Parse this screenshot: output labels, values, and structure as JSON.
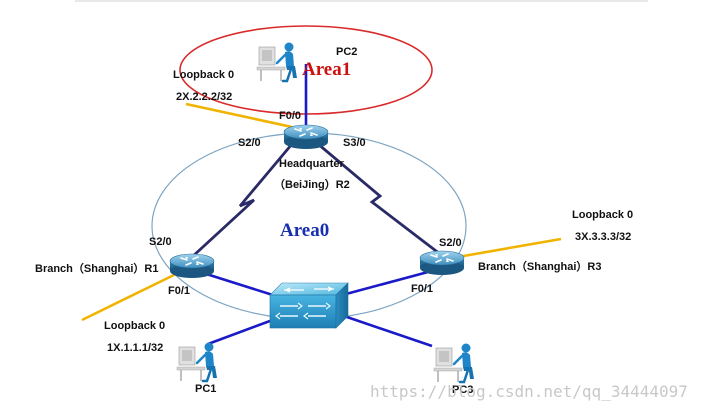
{
  "colors": {
    "area1_ring": "#d92b2b",
    "area0_ring": "#7ea6c4",
    "ethernet_link": "#1a1ac8",
    "serial_link": "#2a2a66",
    "loopback_link": "#f0b400",
    "area1_text": "#cc1111",
    "area0_text": "#1830b0",
    "router_fill": "#4fa3cf",
    "switch_fill": "#3fb6df"
  },
  "labels": {
    "pc2": "PC2",
    "area1": "Area1",
    "loopback_r2_name": "Loopback 0",
    "loopback_r2_addr": "2X.2.2.2/32",
    "r2_f00": "F0/0",
    "r2_s20": "S2/0",
    "r2_s30": "S3/0",
    "r2_name_line1": "Headquarter",
    "r2_name_line2": "（BeiJing）R2",
    "area0": "Area0",
    "r1_s20": "S2/0",
    "r1_name": "Branch（Shanghai）R1",
    "r1_f01": "F0/1",
    "loopback_r1_name": "Loopback 0",
    "loopback_r1_addr": "1X.1.1.1/32",
    "pc1": "PC1",
    "loopback_r3_name": "Loopback 0",
    "loopback_r3_addr": "3X.3.3.3/32",
    "r3_s20": "S2/0",
    "r3_name": "Branch（Shanghai）R3",
    "r3_f01": "F0/1",
    "pc3": "PC3",
    "watermark": "https://blog.csdn.net/qq_34444097"
  },
  "icons": {
    "router": "router-icon",
    "switch": "switch-icon",
    "pc": "pc-icon"
  }
}
